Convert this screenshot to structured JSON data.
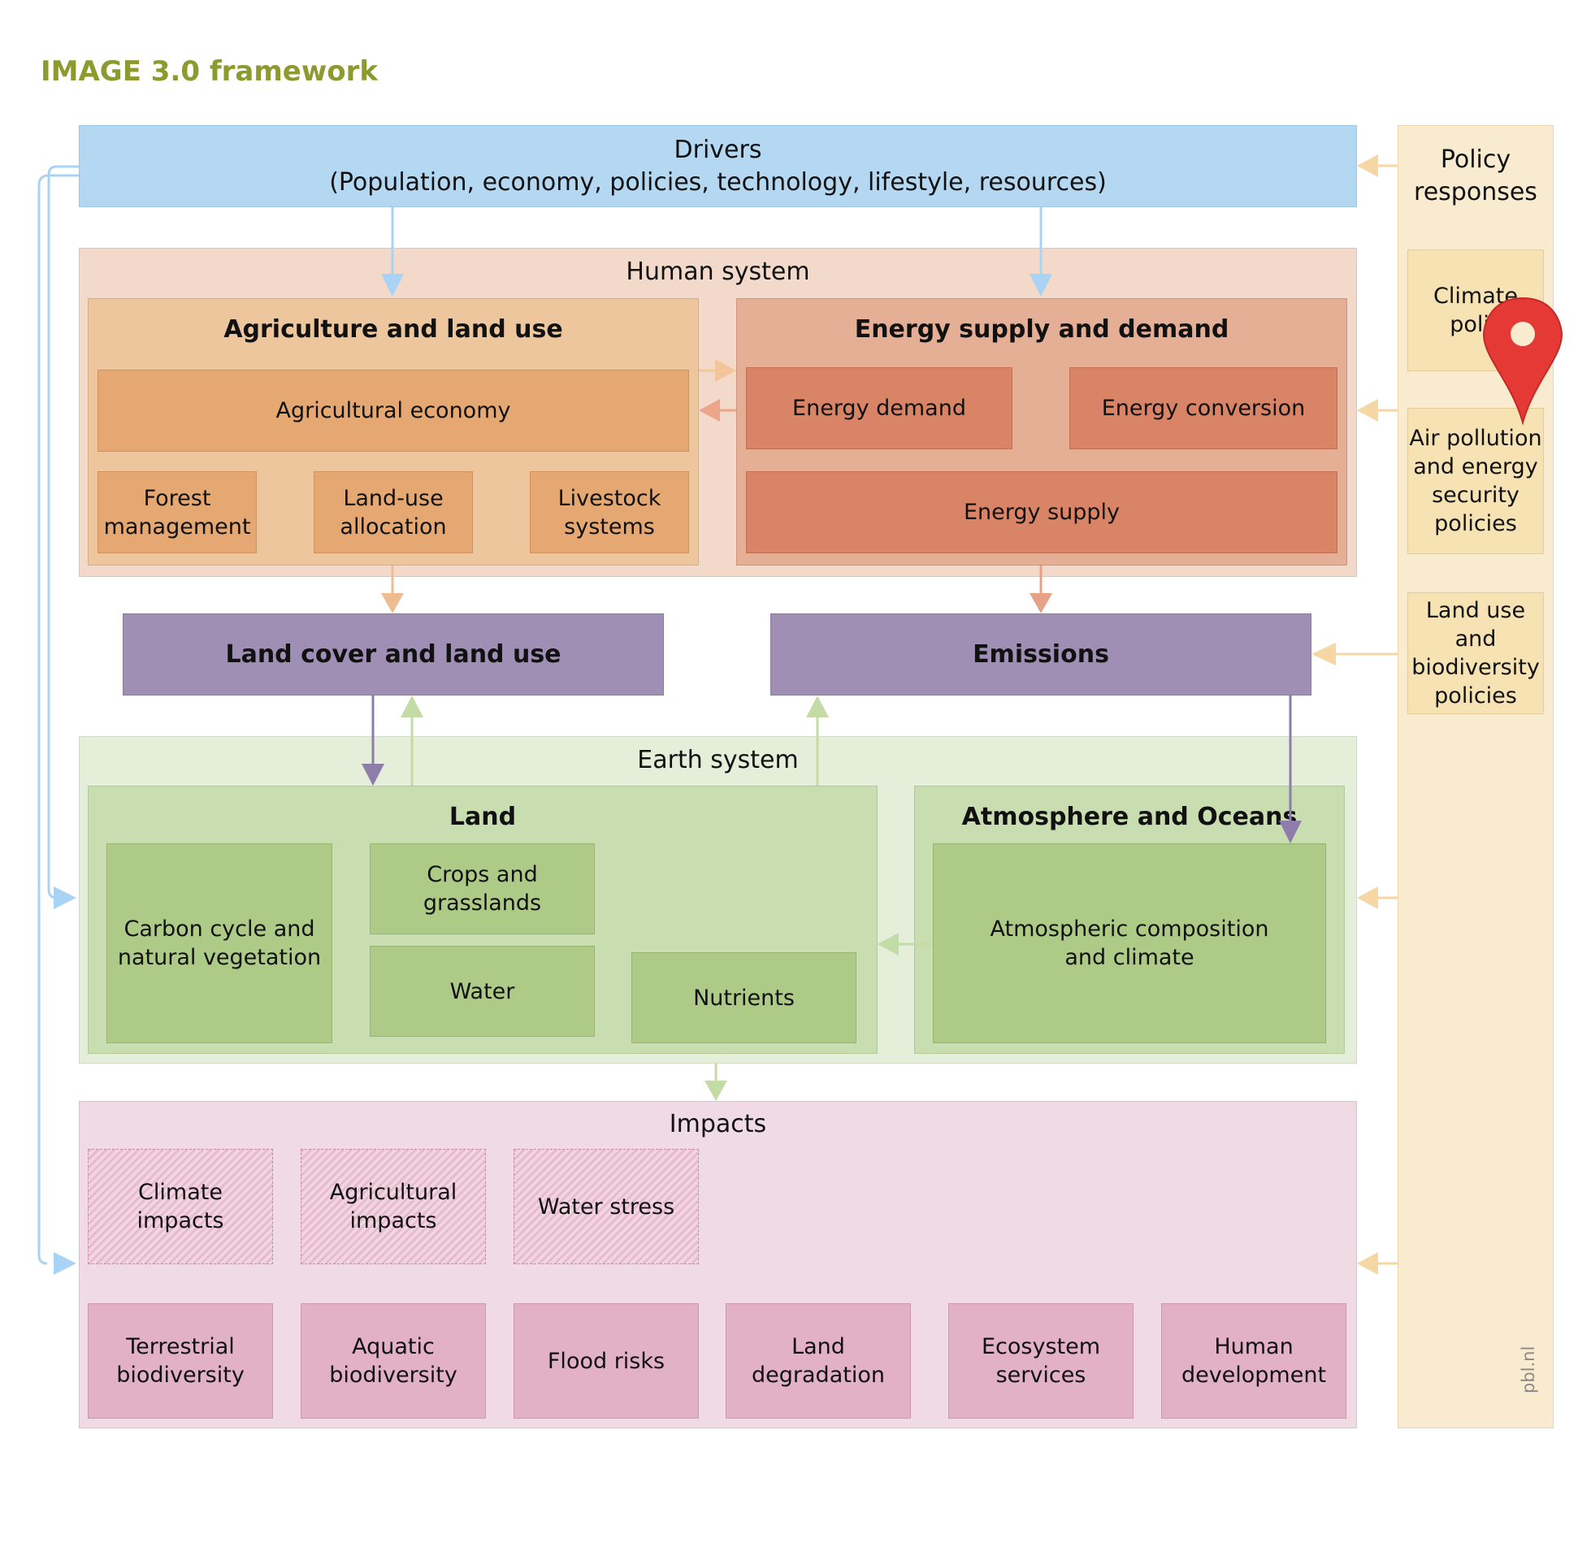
{
  "title": "IMAGE 3.0 framework",
  "drivers": {
    "line1": "Drivers",
    "line2": "(Population, economy, policies, technology, lifestyle, resources)"
  },
  "policy": {
    "header_line1": "Policy",
    "header_line2": "responses",
    "climate_line1": "Climate",
    "climate_line2": "polic",
    "air_line1": "Air pollution",
    "air_line2": "and energy",
    "air_line3": "security",
    "air_line4": "policies",
    "land_line1": "Land use and",
    "land_line2": "biodiversity",
    "land_line3": "policies",
    "credit": "pbl.nl"
  },
  "human": {
    "header": "Human system",
    "agri": {
      "header": "Agriculture and land use",
      "economy": "Agricultural economy",
      "forest_line1": "Forest",
      "forest_line2": "management",
      "landuse_line1": "Land-use",
      "landuse_line2": "allocation",
      "livestock_line1": "Livestock",
      "livestock_line2": "systems"
    },
    "energy": {
      "header": "Energy supply and demand",
      "demand": "Energy demand",
      "conversion": "Energy conversion",
      "supply": "Energy supply"
    }
  },
  "landcover": "Land cover and land use",
  "emissions": "Emissions",
  "earth": {
    "header": "Earth system",
    "land": {
      "header": "Land",
      "carbon_line1": "Carbon cycle and",
      "carbon_line2": "natural vegetation",
      "crops": "Crops and grasslands",
      "water": "Water",
      "nutrients": "Nutrients"
    },
    "atmos": {
      "header": "Atmosphere and Oceans",
      "comp_line1": "Atmospheric composition",
      "comp_line2": "and climate"
    }
  },
  "impacts": {
    "header": "Impacts",
    "climate_line1": "Climate",
    "climate_line2": "impacts",
    "agri_line1": "Agricultural",
    "agri_line2": "impacts",
    "water_stress": "Water stress",
    "terr_line1": "Terrestrial",
    "terr_line2": "biodiversity",
    "aquatic_line1": "Aquatic",
    "aquatic_line2": "biodiversity",
    "flood": "Flood risks",
    "landdeg_line1": "Land",
    "landdeg_line2": "degradation",
    "eco_line1": "Ecosystem",
    "eco_line2": "services",
    "human_line1": "Human",
    "human_line2": "development"
  },
  "colors": {
    "title": "#8c9a2e",
    "drivers": "#b4d8f2",
    "driver_arrow": "#a9d3f4",
    "human_bg": "#f2d9ca",
    "agri_panel": "#edc69e",
    "agri_box": "#e5a873",
    "energy_panel": "#e4af95",
    "energy_box": "#d98466",
    "purple": "#9f8fb5",
    "earth_bg": "#e4eed9",
    "green_panel": "#c9deb0",
    "green_box": "#adca87",
    "impacts_bg": "#f0dbe4",
    "impact_box": "#e2b1c5",
    "policy_bg": "#f8ebcf",
    "policy_box": "#f6e2b2",
    "policy_arrow": "#f6d7a4",
    "marker": "#e53935"
  }
}
